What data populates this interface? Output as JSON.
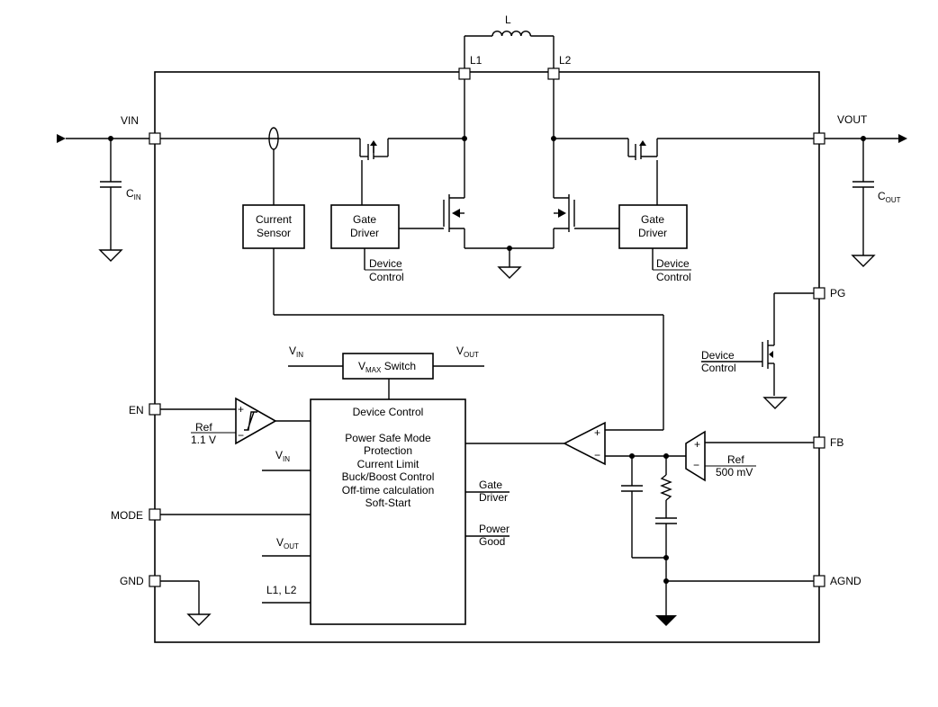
{
  "pins": {
    "vin": "VIN",
    "vout": "VOUT",
    "l1": "L1",
    "l2": "L2",
    "pg": "PG",
    "en": "EN",
    "mode": "MODE",
    "gnd": "GND",
    "fb": "FB",
    "agnd": "AGND"
  },
  "external": {
    "inductor": "L",
    "cin_main": "C",
    "cin_sub": "IN",
    "cout_main": "C",
    "cout_sub": "OUT"
  },
  "blocks": {
    "current_sensor": [
      "Current",
      "Sensor"
    ],
    "gate_driver_left": [
      "Gate",
      "Driver"
    ],
    "gate_driver_right": [
      "Gate",
      "Driver"
    ],
    "vmax_switch": {
      "v": "V",
      "sub": "MAX",
      "rest": " Switch"
    },
    "device_control": {
      "title": "Device Control",
      "functions": [
        "Power Safe Mode",
        "Protection",
        "Current Limit",
        "Buck/Boost Control",
        "Off-time calculation",
        "Soft-Start"
      ],
      "out_gate": [
        "Gate",
        "Driver"
      ],
      "out_power": [
        "Power",
        "Good"
      ]
    }
  },
  "labels": {
    "device_control_line1": "Device",
    "device_control_line2": "Control",
    "v": "V",
    "in_sub": "IN",
    "out_sub": "OUT",
    "inputs_l1l2": "L1, L2",
    "ref": "Ref",
    "ref_en_value": "1.1 V",
    "ref_fb_value": "500 mV",
    "plus": "+",
    "minus": "−"
  }
}
